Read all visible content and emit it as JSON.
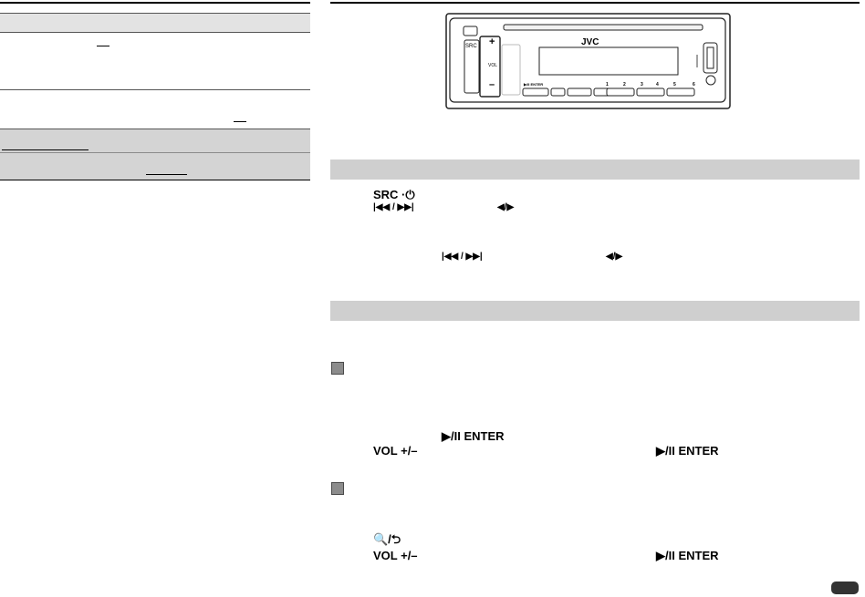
{
  "panel": {
    "brand": "JVC",
    "src_label": "SRC",
    "vol_label": "VOL",
    "vol_plus": "+",
    "vol_minus": "–",
    "play_label": "▶/II ENTER",
    "preset_buttons": [
      "1",
      "2",
      "3",
      "4",
      "5",
      "6"
    ]
  },
  "controls": {
    "src_power": "SRC ·⏻",
    "skip": "|◀◀ / ▶▶|",
    "arrows": "◀/▶",
    "play_enter": "▶/II ENTER",
    "vol": "VOL +/–",
    "search_back": "🔍/⮌"
  }
}
